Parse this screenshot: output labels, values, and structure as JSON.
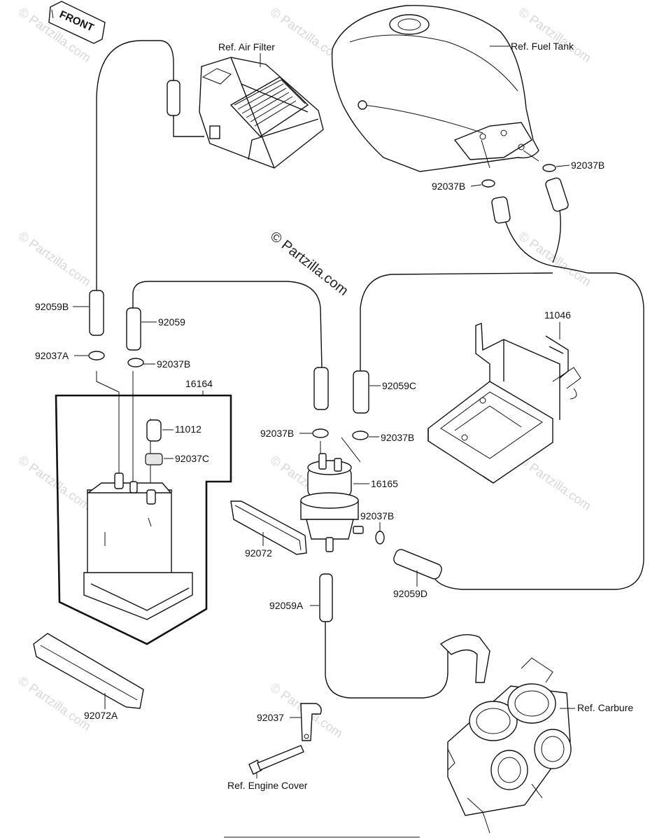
{
  "front_arrow_label": "FRONT",
  "copyright": "© Partzilla.com",
  "watermark_text": "© Partzilla.com",
  "labels": {
    "ref_air_filter": "Ref. Air Filter",
    "ref_fuel_tank": "Ref. Fuel Tank",
    "p92037B_tank_right": "92037B",
    "p92037B_tank_left": "92037B",
    "p11046": "11046",
    "p92059B": "92059B",
    "p92059": "92059",
    "p92037A": "92037A",
    "p92037B_upper": "92037B",
    "p16164": "16164",
    "p11012": "11012",
    "p92037C": "92037C",
    "p92059C": "92059C",
    "p92037B_mid_left": "92037B",
    "p92037B_mid_right": "92037B",
    "p16165": "16165",
    "p92037B_lower": "92037B",
    "p92072": "92072",
    "p92059D": "92059D",
    "p92059A": "92059A",
    "p92072A": "92072A",
    "p92037": "92037",
    "ref_carburetor": "Ref. Carbure",
    "ref_engine_cover": "Ref. Engine Cover"
  },
  "colors": {
    "line": "#111111",
    "watermark": "#d8d8d8",
    "background": "#ffffff"
  }
}
